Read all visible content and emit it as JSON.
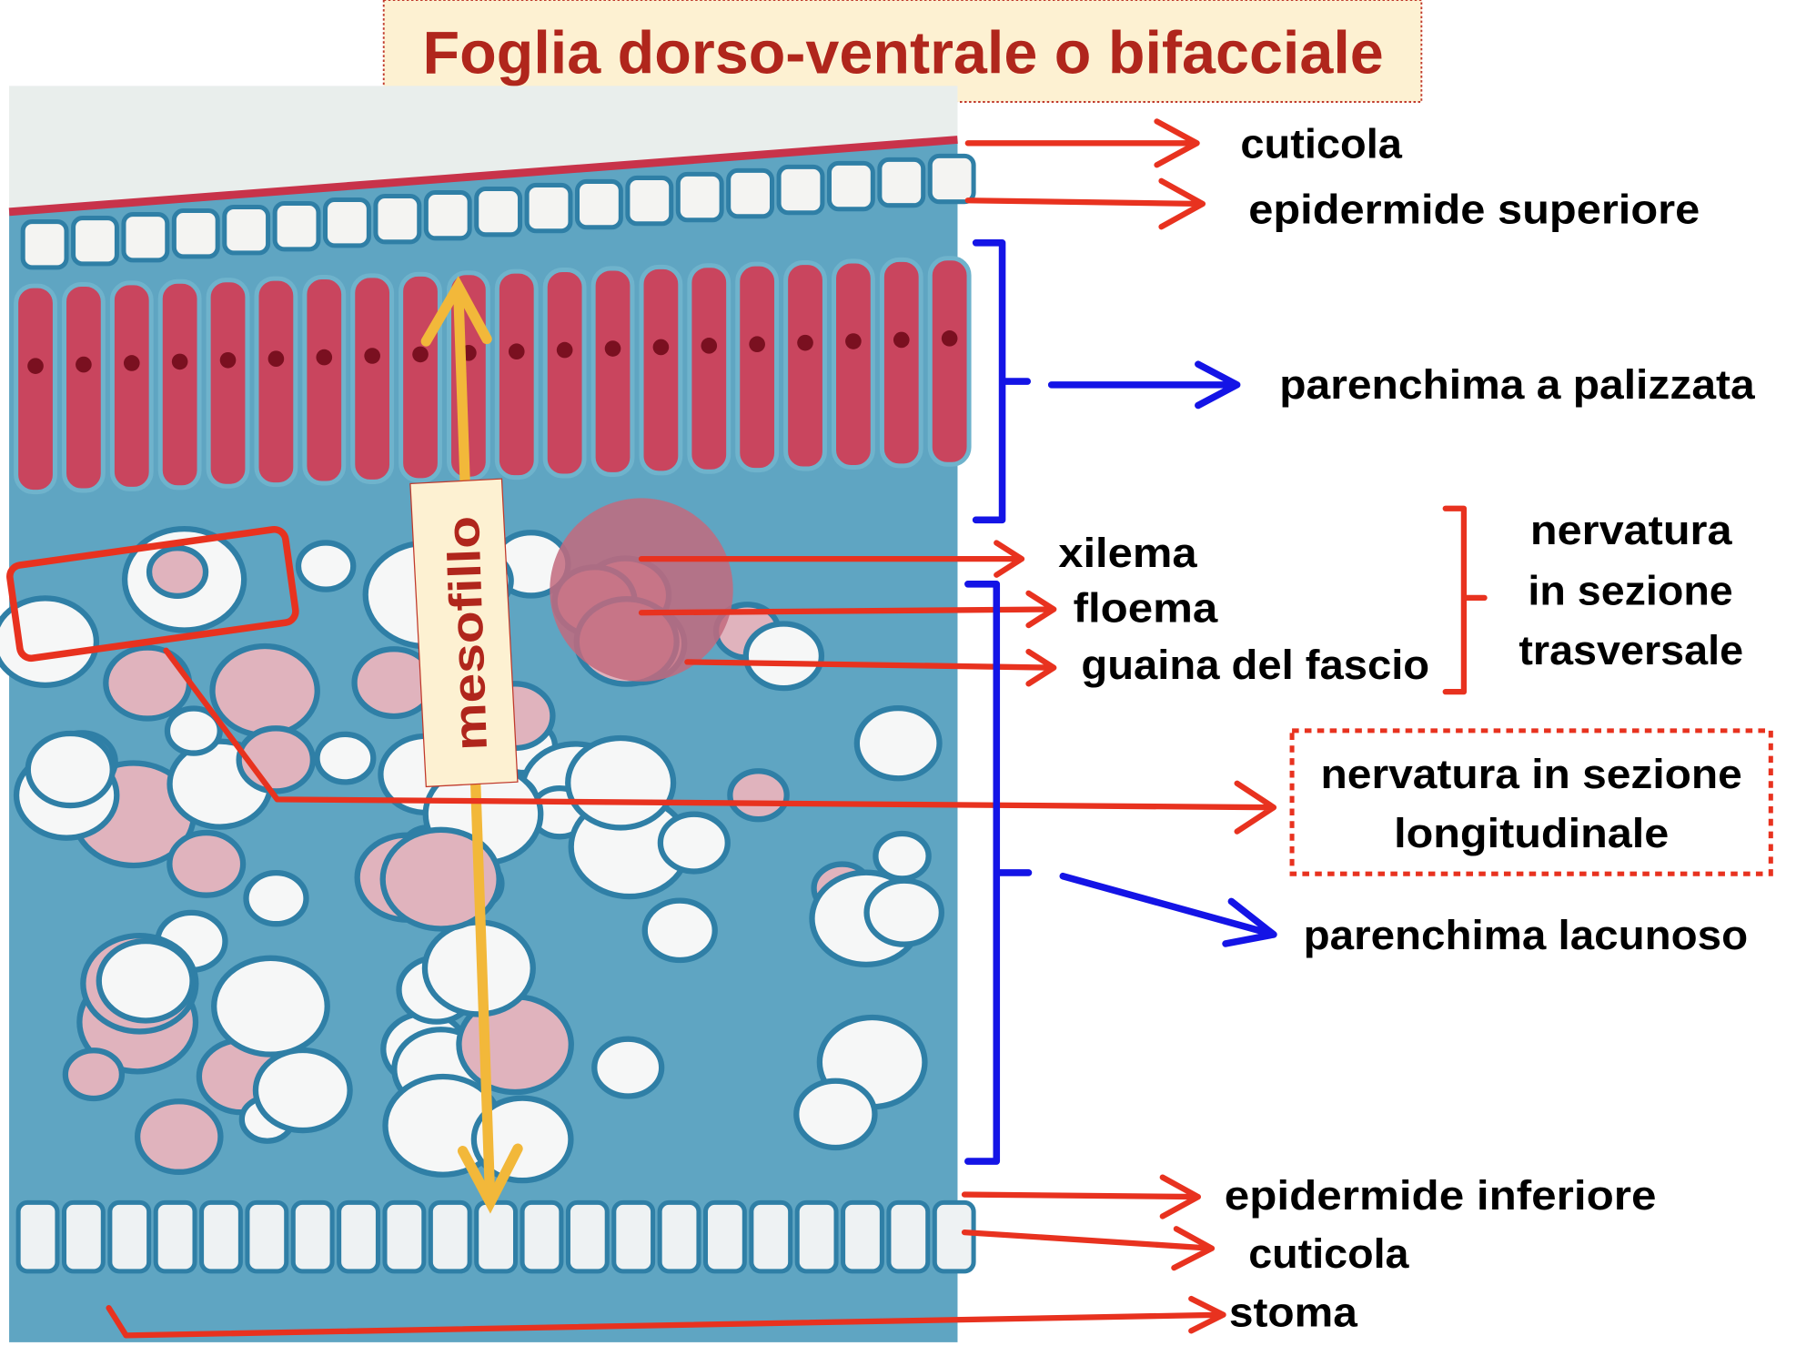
{
  "title": "Foglia dorso-ventrale o bifacciale",
  "mesophyll_label": "mesofillo",
  "labels": {
    "cuticola_top": "cuticola",
    "epidermide_superiore": "epidermide superiore",
    "parenchima_palizzata": "parenchima a palizzata",
    "xilema": "xilema",
    "floema": "floema",
    "guaina": "guaina del fascio",
    "nervatura_trasversale": [
      "nervatura",
      "in sezione",
      "trasversale"
    ],
    "nervatura_longitudinale": [
      "nervatura in sezione",
      "longitudinale"
    ],
    "parenchima_lacunoso": "parenchima lacunoso",
    "epidermide_inferiore": "epidermide inferiore",
    "cuticola_bottom": "cuticola",
    "stoma": "stoma"
  },
  "colors": {
    "red_arrow": "#e8321f",
    "blue_arrow": "#1414e6",
    "title": "#b0261c",
    "title_bg": "#fdf1d2",
    "mesofillo_arrow": "#f2b83a"
  }
}
